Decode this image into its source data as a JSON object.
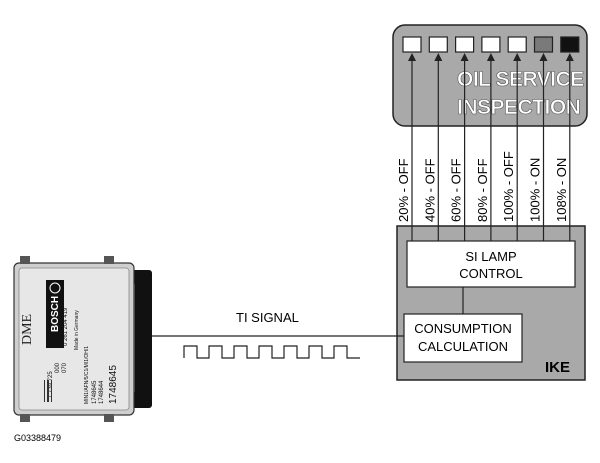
{
  "dme": {
    "label": "DME",
    "brand": "BOSCH",
    "part_top": "0 261 204 419",
    "made_in": "Made in Germany",
    "code_a": "1 739 725",
    "code_b": "000",
    "code_c": "070",
    "serial": "MIN1/AFN/5/C1/MI1/OH/1",
    "num_small_1": "1748645",
    "num_small_2": "1748644",
    "num_big": "1748645"
  },
  "signal": {
    "label": "TI SIGNAL"
  },
  "ike": {
    "label": "IKE",
    "si_lamp_control": [
      "SI LAMP",
      "CONTROL"
    ],
    "consumption_calculation": [
      "CONSUMPTION",
      "CALCULATION"
    ]
  },
  "cluster": {
    "oil_service": "OIL SERVICE",
    "inspection": "INSPECTION",
    "lamps": [
      {
        "state": "off",
        "level": "20% - OFF"
      },
      {
        "state": "off",
        "level": "40% - OFF"
      },
      {
        "state": "off",
        "level": "60% - OFF"
      },
      {
        "state": "off",
        "level": "80% - OFF"
      },
      {
        "state": "off",
        "level": "100% - OFF"
      },
      {
        "state": "dim",
        "level": "100% - ON"
      },
      {
        "state": "on",
        "level": "108% - ON"
      }
    ]
  },
  "figure_id": "G03388479",
  "colors": {
    "panel_gray": "#a9a9a9",
    "box_white": "#ffffff",
    "lamp_dim": "#7a7a7a",
    "lamp_on": "#111111"
  }
}
